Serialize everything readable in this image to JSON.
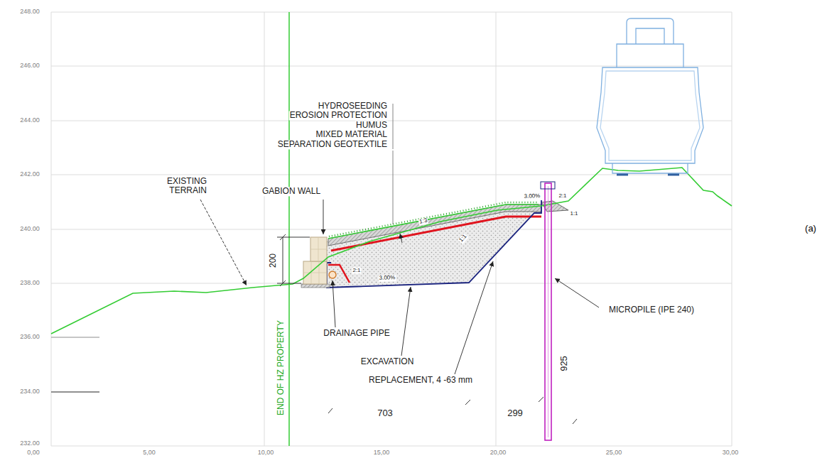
{
  "diagram": {
    "labels": [
      "248.00",
      "246.00",
      "244.00",
      "242.00",
      "240.00",
      "238.00",
      "236.00",
      "234.00",
      "232.00",
      "0,00",
      "5,00",
      "10,00",
      "15,00",
      "20,00",
      "25,00",
      "30,00",
      "HYDROSEEDING",
      "EROSION PROTECTION",
      "HUMUS",
      "MIXED MATERIAL",
      "SEPARATION GEOTEXTILE",
      "GABION WALL",
      "EXISTING TERRAIN",
      "200",
      "1:3",
      "3.00%",
      "2:1",
      "1:1",
      "3.00%",
      "2:1",
      "1:1",
      "DRAINAGE PIPE",
      "END OF HZ PROPERTY",
      "EXCAVATION",
      "REPLACEMENT, 4 -63 mm",
      "MICROPILE (IPE 240)",
      "925",
      "703",
      "299",
      "(a)"
    ]
  }
}
